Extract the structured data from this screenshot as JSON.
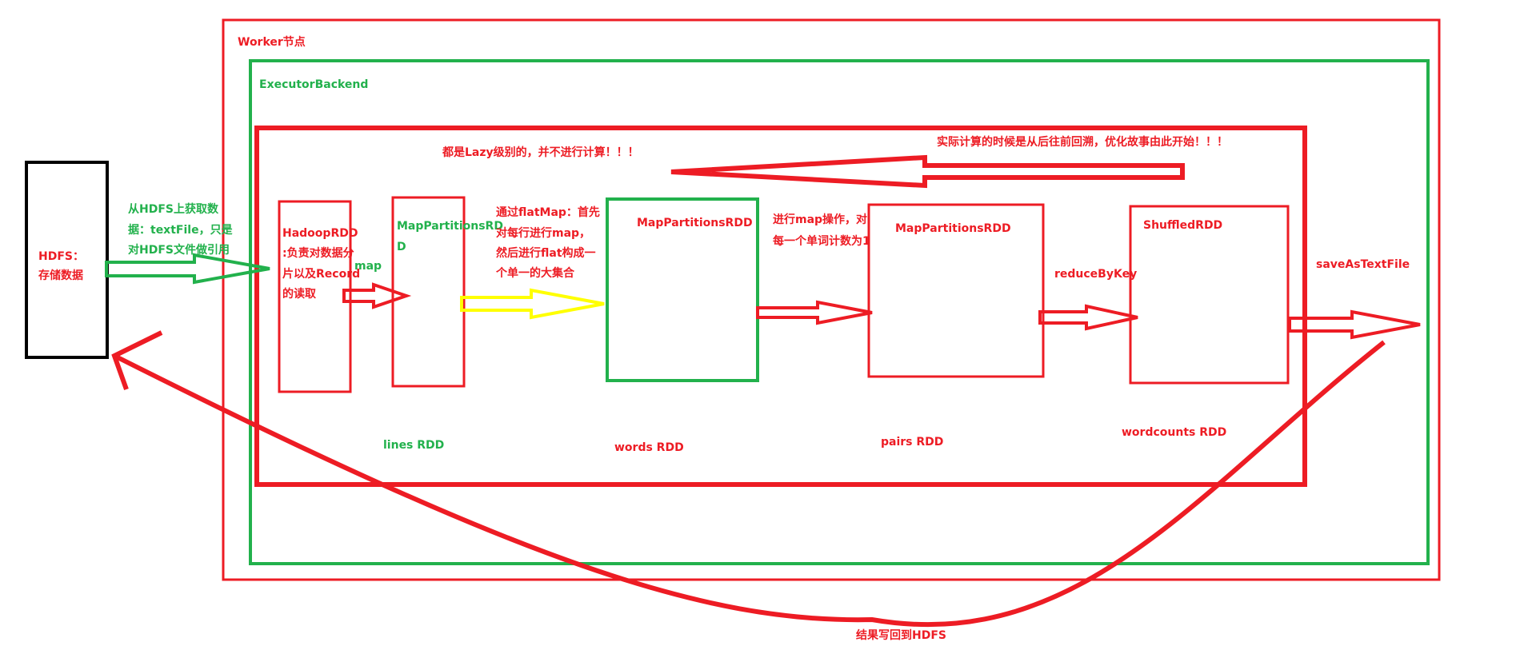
{
  "colors": {
    "red": "#ed1c24",
    "green": "#22b14c",
    "yellow": "#ffff00",
    "black": "#000000"
  },
  "containers": {
    "worker_label": "Worker节点",
    "executor_label": "ExecutorBackend"
  },
  "hdfs": {
    "title": "HDFS：",
    "subtitle": "存储数据"
  },
  "notes": {
    "lazy": "都是Lazy级别的，并不进行计算！！！",
    "backtrack": "实际计算的时候是从后往前回溯，优化故事由此开始！！！",
    "write_back": "结果写回到HDFS"
  },
  "rdds": {
    "hadoop": {
      "name": "HadoopRDD",
      "desc_lines": [
        ":负责对数据分",
        "片以及Record",
        "的读取"
      ]
    },
    "map_partitions_1": {
      "name_lines": [
        "MapPartitionsRD",
        "D"
      ]
    },
    "map_partitions_2": {
      "name": "MapPartitionsRDD"
    },
    "map_partitions_3": {
      "name": "MapPartitionsRDD"
    },
    "shuffled": {
      "name": "ShuffledRDD"
    }
  },
  "operations": {
    "text_file": [
      "从HDFS上获取数",
      "据：textFile，只是",
      "对HDFS文件做引用"
    ],
    "map": "map",
    "flat_map": [
      "通过flatMap：首先",
      "对每行进行map，",
      "然后进行flat构成一",
      "个单一的大集合"
    ],
    "map_count": [
      "进行map操作，对",
      "每一个单词计数为1"
    ],
    "reduce": "reduceByKey",
    "save": "saveAsTextFile"
  },
  "rdd_labels": {
    "lines": "lines RDD",
    "words": "words RDD",
    "pairs": "pairs RDD",
    "wordcounts": "wordcounts RDD"
  }
}
